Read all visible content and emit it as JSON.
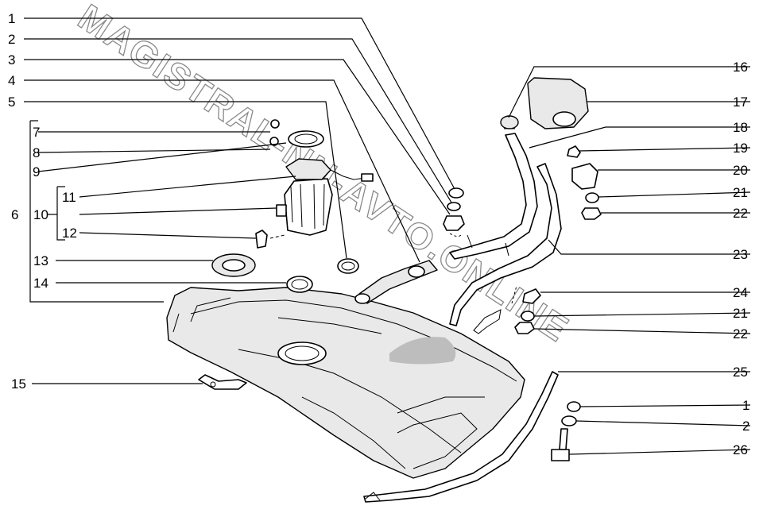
{
  "watermark": "MAGISTRAL-NN-AVTO.ONLINE",
  "callouts_left": [
    "1",
    "2",
    "3",
    "4",
    "5",
    "6",
    "7",
    "8",
    "9",
    "10",
    "11",
    "12",
    "13",
    "14",
    "15"
  ],
  "callouts_right": [
    "16",
    "17",
    "18",
    "19",
    "20",
    "21",
    "22",
    "23",
    "24",
    "21",
    "22",
    "25",
    "1",
    "2",
    "26"
  ]
}
